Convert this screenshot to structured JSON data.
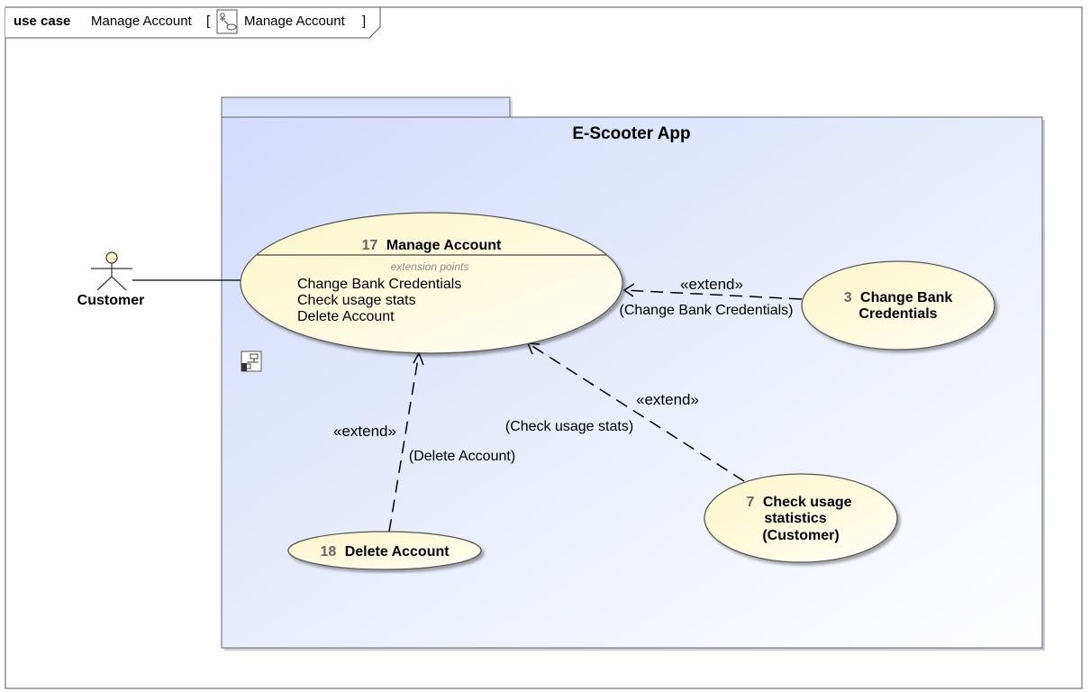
{
  "frame": {
    "kind": "use case",
    "name": "Manage Account",
    "open_bracket": "[",
    "diagram_name": "Manage Account",
    "close_bracket": "]",
    "icon": "use-case-diagram-icon"
  },
  "system": {
    "name": "E-Scooter App"
  },
  "actor": {
    "name": "Customer",
    "icon": "stick-figure-actor-icon"
  },
  "use_cases": {
    "manage_account": {
      "number": "17",
      "name": "Manage Account",
      "extension_points_header": "extension points",
      "extension_points": [
        "Change Bank Credentials",
        "Check usage stats",
        "Delete Account"
      ]
    },
    "change_bank": {
      "number": "3",
      "name_line1": "Change Bank",
      "name_line2": "Credentials"
    },
    "check_usage": {
      "number": "7",
      "name_line1": "Check usage",
      "name_line2": "statistics",
      "name_line3": "(Customer)"
    },
    "delete_account": {
      "number": "18",
      "name": "Delete Account"
    }
  },
  "relations": {
    "extend_change_bank": {
      "stereotype": "«extend»",
      "condition": "(Change Bank Credentials)"
    },
    "extend_check_usage": {
      "stereotype": "«extend»",
      "condition": "(Check usage stats)"
    },
    "extend_delete": {
      "stereotype": "«extend»",
      "condition": "(Delete Account)"
    }
  },
  "note_icon": "linked-diagram-icon",
  "colors": {
    "system_fill_start": "#d3dcfa",
    "system_fill_end": "#ffffff",
    "usecase_fill_start": "#fbf6cc",
    "usecase_fill_end": "#fffef2",
    "border": "#555555"
  }
}
